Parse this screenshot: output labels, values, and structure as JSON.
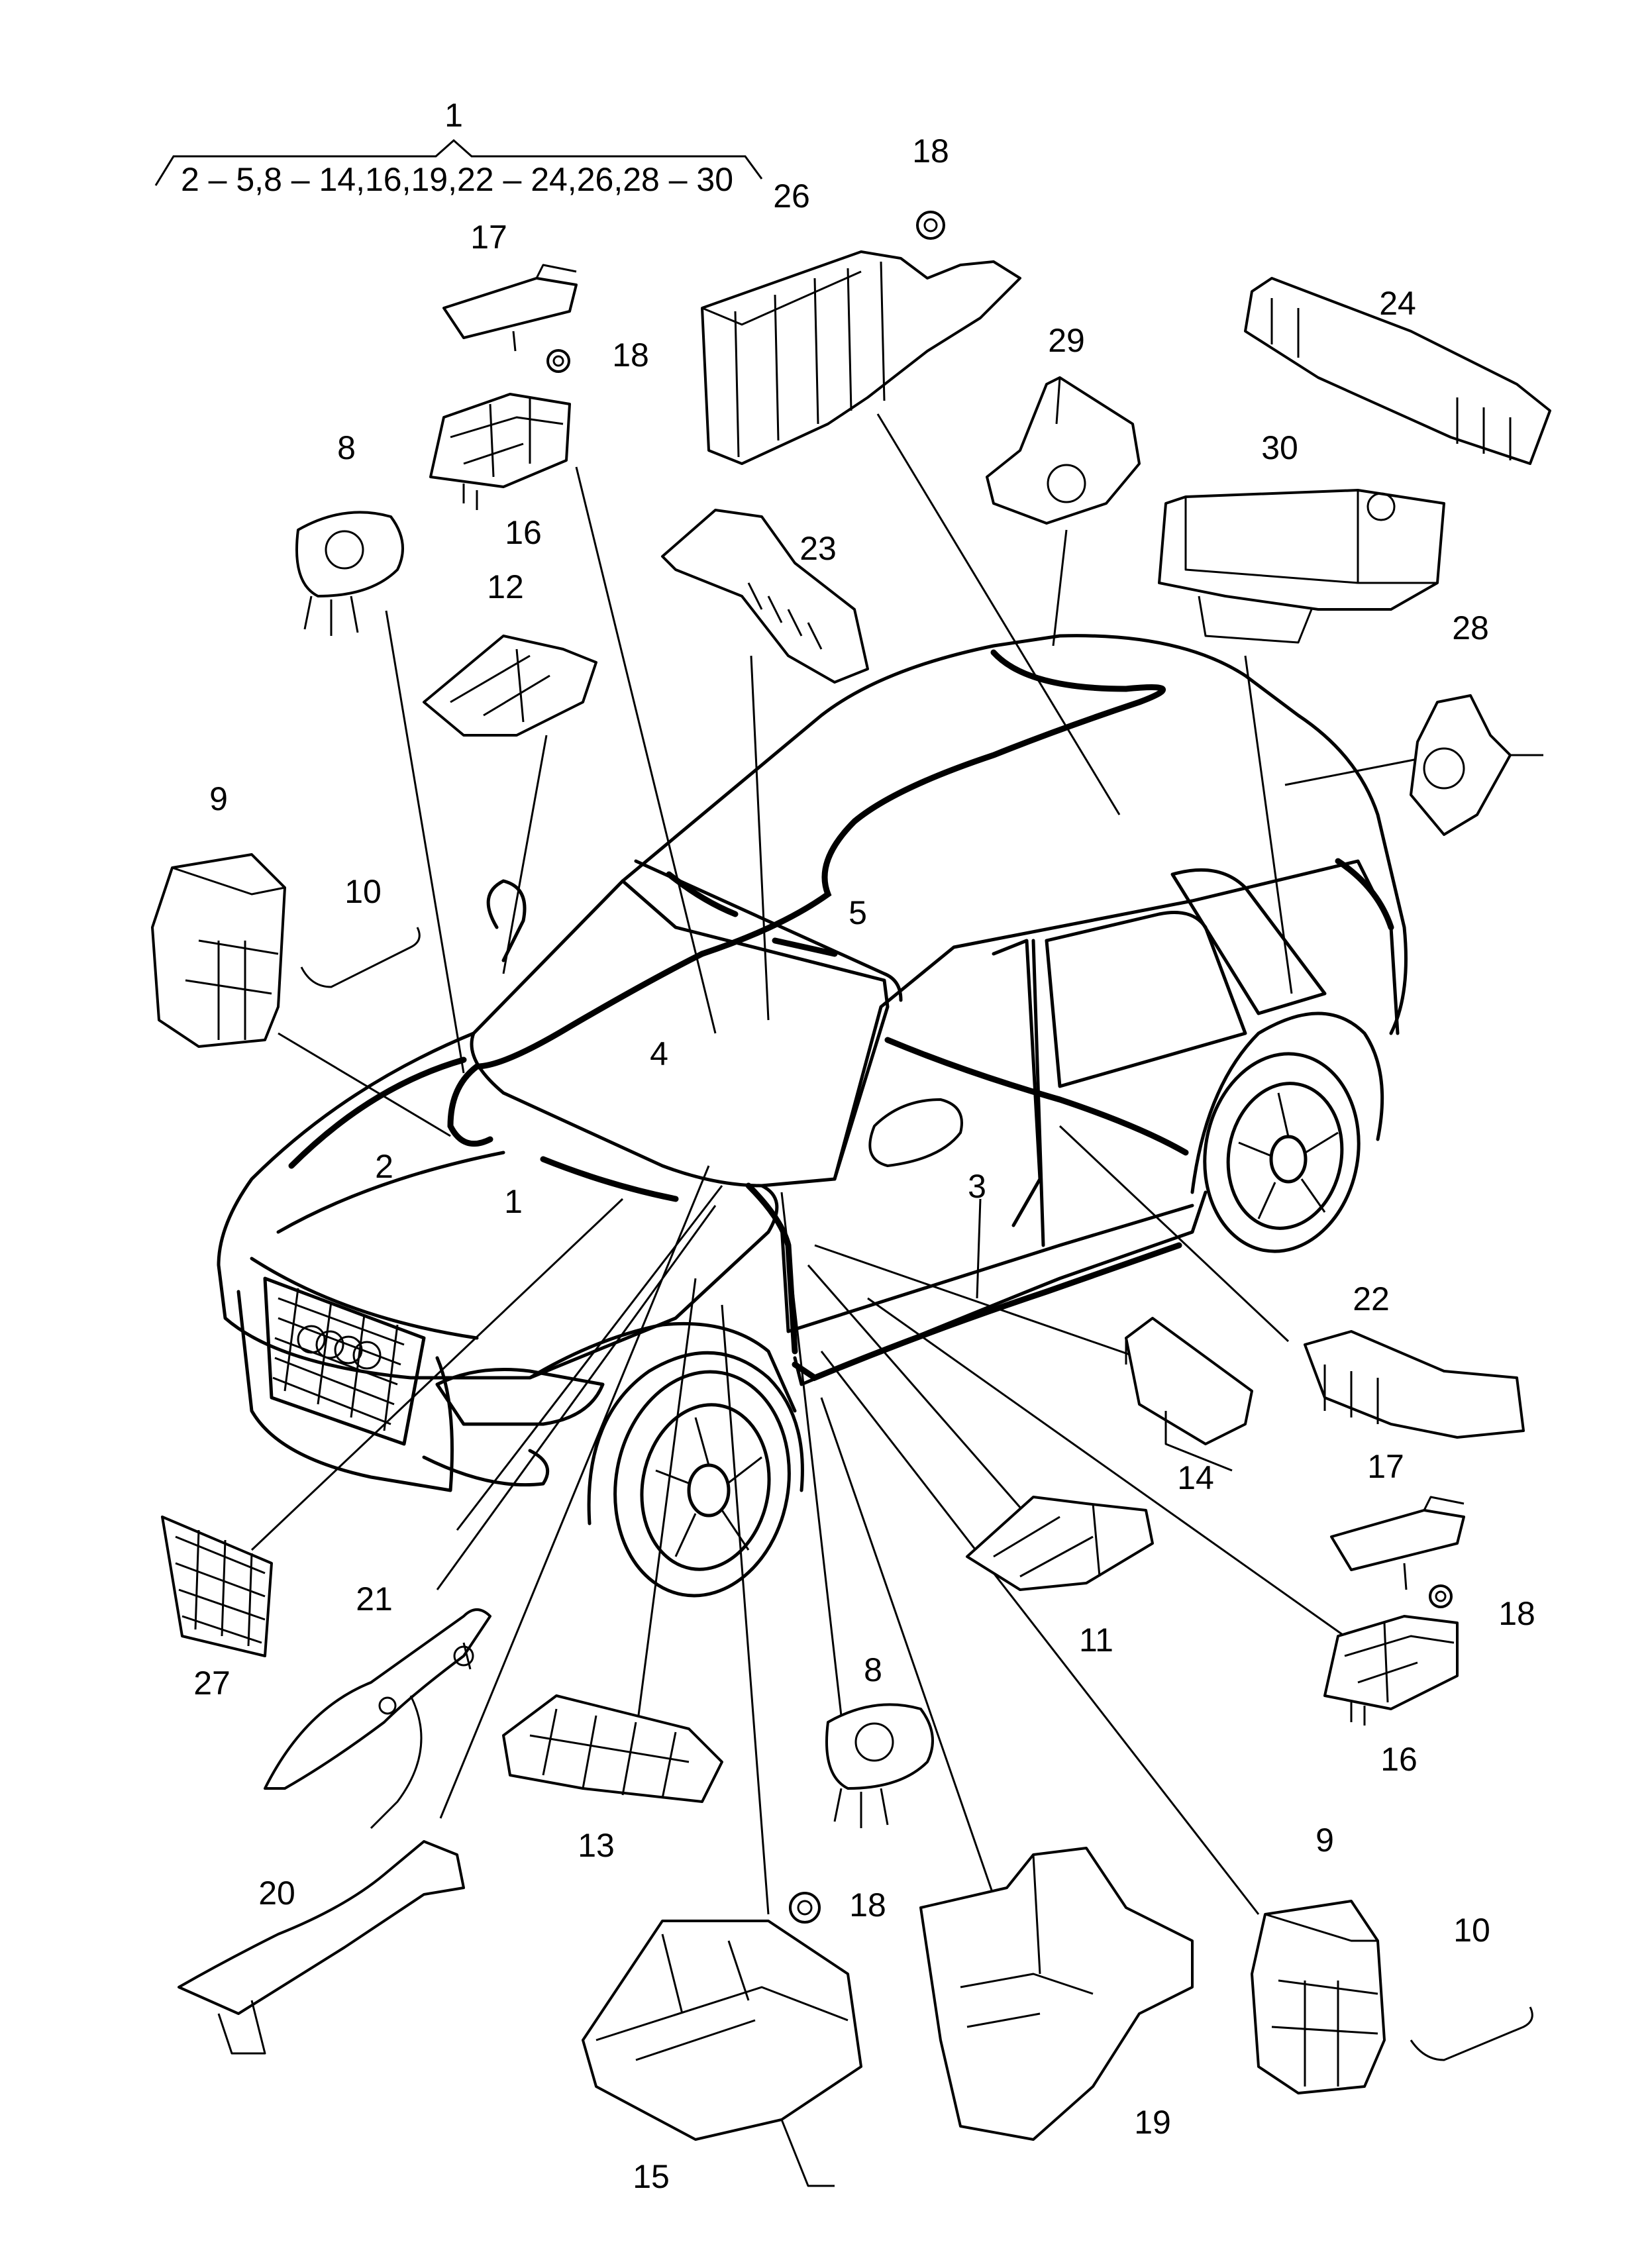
{
  "header": {
    "assembly_number": "1",
    "assembly_range": "2 – 5,8 – 14,16,19,22 – 24,26,28 – 30"
  },
  "labels": {
    "l1": "1",
    "l2": "2",
    "l3": "3",
    "l4": "4",
    "l5": "5",
    "l8a": "8",
    "l8b": "8",
    "l9a": "9",
    "l9b": "9",
    "l10a": "10",
    "l10b": "10",
    "l11": "11",
    "l12": "12",
    "l13": "13",
    "l14": "14",
    "l15": "15",
    "l16a": "16",
    "l16b": "16",
    "l17a": "17",
    "l17b": "17",
    "l18a": "18",
    "l18b": "18",
    "l18c": "18",
    "l18d": "18",
    "l19": "19",
    "l20": "20",
    "l21": "21",
    "l22": "22",
    "l23": "23",
    "l24": "24",
    "l26": "26",
    "l27": "27",
    "l28": "28",
    "l29": "29",
    "l30": "30"
  }
}
